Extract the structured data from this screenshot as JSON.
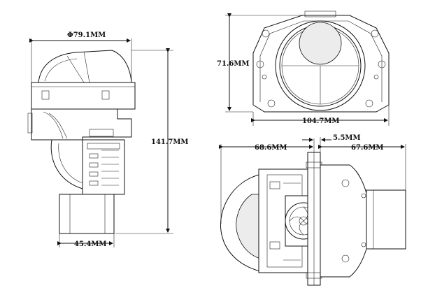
{
  "dimensions": {
    "diameter": "Φ79.1MM",
    "total_height": "141.7MM",
    "bottom_width": "45.4MM",
    "front_height": "71.6MM",
    "front_width": "104.7MM",
    "rear_left": "68.6MM",
    "flange_gap": "5.5MM",
    "rear_right": "67.6MM"
  },
  "colors": {
    "line": "#111111",
    "background": "#ffffff"
  }
}
